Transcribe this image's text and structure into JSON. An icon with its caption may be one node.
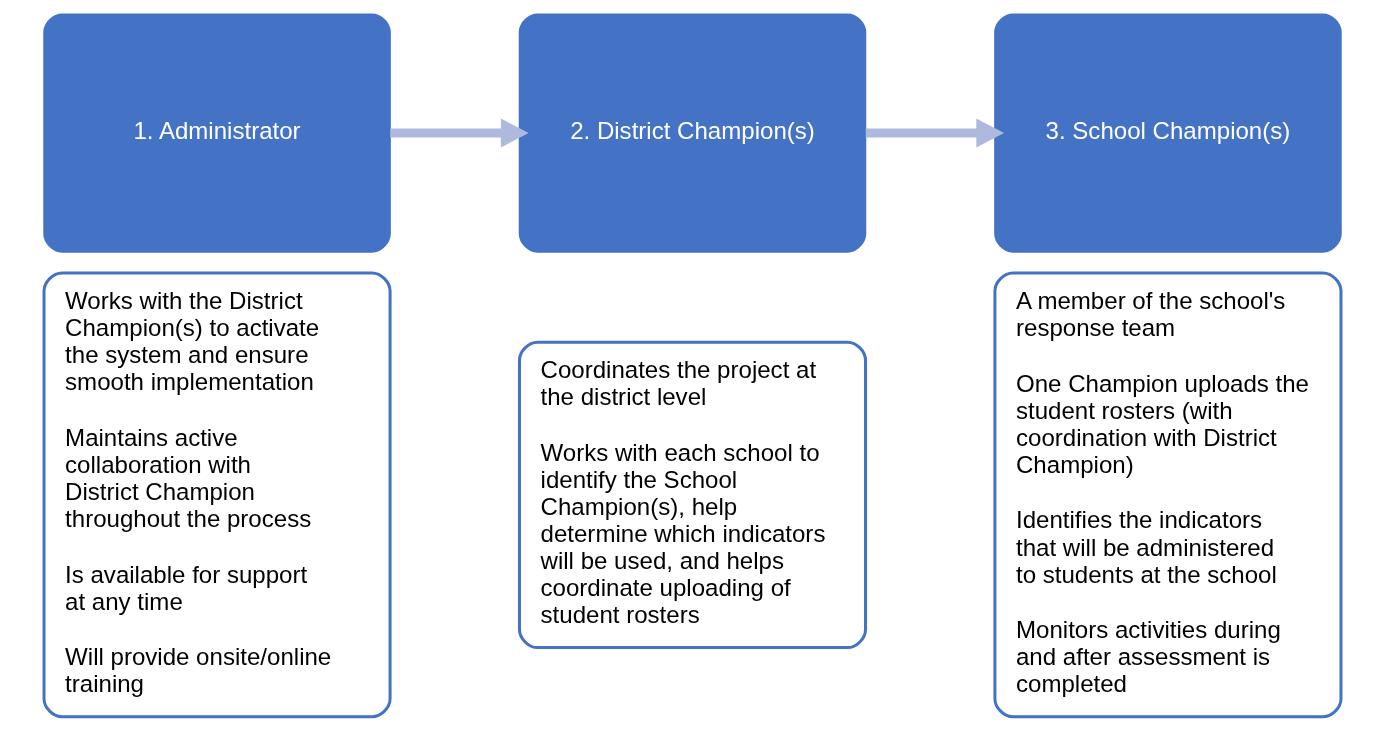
{
  "diagram": {
    "nodes": [
      {
        "text": [
          "1. Administrator"
        ]
      },
      {
        "text": [
          "Works with the District Champion(s) to activate the system and ensure smooth implementation",
          "Maintains active collaboration with District Champion throughout the process",
          "Is available for support at any time",
          "Will provide onsite/online training"
        ]
      },
      {
        "text": [
          "2. District Champion(s)"
        ]
      },
      {
        "text": [
          "Coordinates the project at the district level",
          "Works with each school to identify the School Champion(s), help determine which indicators will be used, and helps coordinate uploading of student rosters"
        ]
      },
      {
        "text": [
          "3. School Champion(s)"
        ]
      },
      {
        "text": [
          "A member of the school's response team",
          "One Champion uploads the student rosters (with coordination with District Champion)",
          "Identifies the indicators that will be administered to students at the school",
          "Monitors activities during and after assessment is completed"
        ]
      }
    ],
    "edges": [
      {
        "from": 0,
        "to": 2,
        "arrow": "to"
      },
      {
        "from": 2,
        "to": 4,
        "arrow": "to"
      }
    ]
  }
}
